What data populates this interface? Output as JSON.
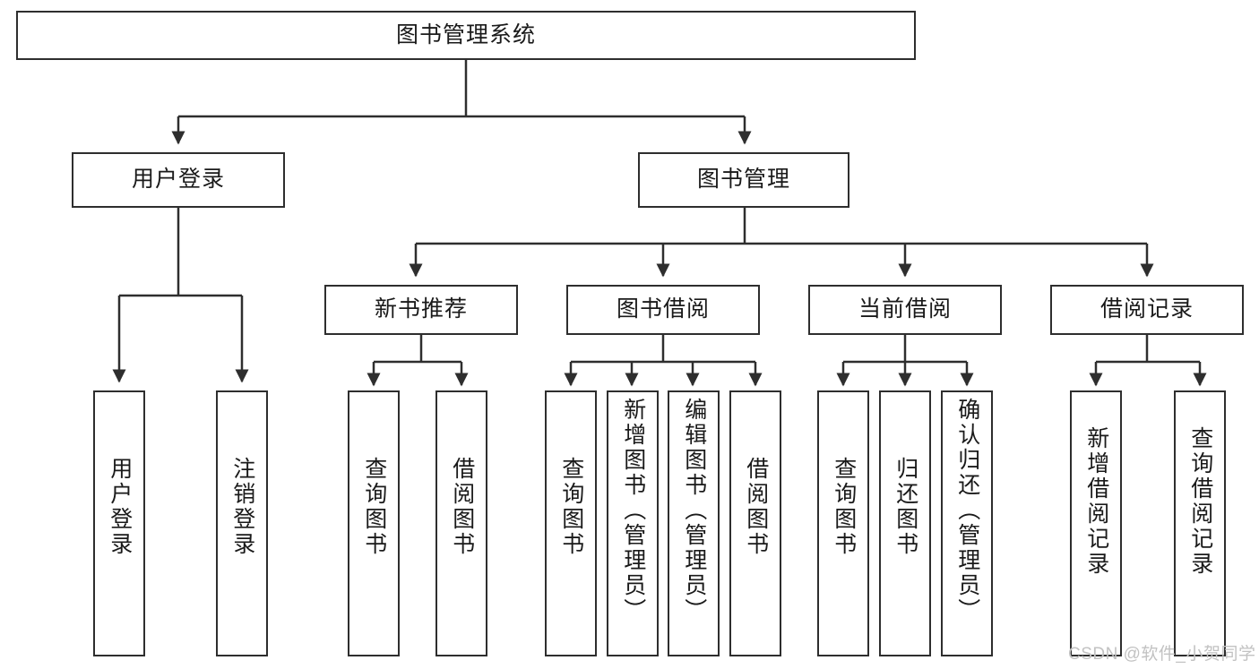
{
  "diagram": {
    "title": "图书管理系统",
    "type": "tree-hierarchy-chart",
    "colors": {
      "box_border": "#2e2e2e",
      "box_fill": "#ffffff",
      "edge": "#2e2e2e",
      "text": "#1a1a1a",
      "watermark": "#c2c2c2",
      "background": "#ffffff"
    },
    "root": {
      "label": "图书管理系统"
    },
    "level2": [
      {
        "id": "user-login",
        "label": "用户登录"
      },
      {
        "id": "book-manage",
        "label": "图书管理"
      }
    ],
    "level3": [
      {
        "id": "new-book-recommend",
        "label": "新书推荐",
        "parent": "book-manage"
      },
      {
        "id": "book-borrow",
        "label": "图书借阅",
        "parent": "book-manage"
      },
      {
        "id": "current-borrow",
        "label": "当前借阅",
        "parent": "book-manage"
      },
      {
        "id": "borrow-record",
        "label": "借阅记录",
        "parent": "book-manage"
      }
    ],
    "leaves": [
      {
        "id": "leaf-user-login",
        "label": "用户登录",
        "parent": "user-login"
      },
      {
        "id": "leaf-logout-login",
        "label": "注销登录",
        "parent": "user-login"
      },
      {
        "id": "leaf-query-book-1",
        "label": "查询图书",
        "parent": "new-book-recommend"
      },
      {
        "id": "leaf-borrow-book-1",
        "label": "借阅图书",
        "parent": "new-book-recommend"
      },
      {
        "id": "leaf-query-book-2",
        "label": "查询图书",
        "parent": "book-borrow"
      },
      {
        "id": "leaf-add-book-admin",
        "label": "新增图书（管理员）",
        "parent": "book-borrow"
      },
      {
        "id": "leaf-edit-book-admin",
        "label": "编辑图书（管理员）",
        "parent": "book-borrow"
      },
      {
        "id": "leaf-borrow-book-2",
        "label": "借阅图书",
        "parent": "book-borrow"
      },
      {
        "id": "leaf-query-book-3",
        "label": "查询图书",
        "parent": "current-borrow"
      },
      {
        "id": "leaf-return-book",
        "label": "归还图书",
        "parent": "current-borrow"
      },
      {
        "id": "leaf-confirm-return-admin",
        "label": "确认归还（管理员）",
        "parent": "current-borrow"
      },
      {
        "id": "leaf-add-borrow-record",
        "label": "新增借阅记录",
        "parent": "borrow-record"
      },
      {
        "id": "leaf-query-borrow-record",
        "label": "查询借阅记录",
        "parent": "borrow-record"
      }
    ],
    "watermark": "CSDN @软件_小贺同学"
  }
}
